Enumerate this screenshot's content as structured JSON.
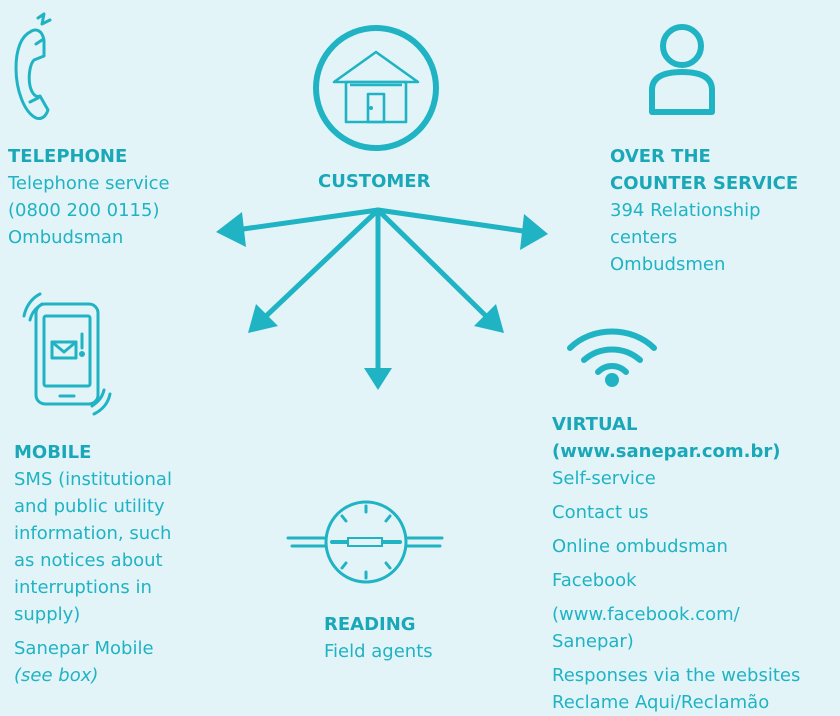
{
  "customer": {
    "label": "CUSTOMER",
    "icon": "house-icon"
  },
  "telephone": {
    "title": "TELEPHONE",
    "lines": [
      "Telephone service",
      "(0800 200 0115)",
      "Ombudsman"
    ],
    "icon": "phone-icon"
  },
  "counter": {
    "title_lines": [
      "OVER THE",
      "COUNTER SERVICE"
    ],
    "lines": [
      "394 Relationship",
      "centers",
      "Ombudsmen"
    ],
    "icon": "person-icon"
  },
  "mobile": {
    "title": "MOBILE",
    "lines": [
      "SMS (institutional",
      "and public utility",
      "information, such",
      "as notices about",
      "interruptions in",
      "supply)"
    ],
    "extra_lines": [
      "Sanepar Mobile",
      "(see box)"
    ],
    "icon": "mobile-phone-icon"
  },
  "reading": {
    "title": "READING",
    "lines": [
      "Field agents"
    ],
    "icon": "meter-icon"
  },
  "virtual": {
    "title": "VIRTUAL",
    "url": "(www.sanepar.com.br)",
    "items": [
      "Self-service",
      "Contact us",
      "Online ombudsman",
      "Facebook",
      "(www.facebook.com/",
      "Sanepar)",
      "Responses via the websites",
      "Reclame Aqui/Reclamão"
    ],
    "icon": "wifi-icon"
  },
  "colors": {
    "accent": "#1fb3c3",
    "title": "#1aa8b8",
    "background": "#e3f4f9"
  }
}
